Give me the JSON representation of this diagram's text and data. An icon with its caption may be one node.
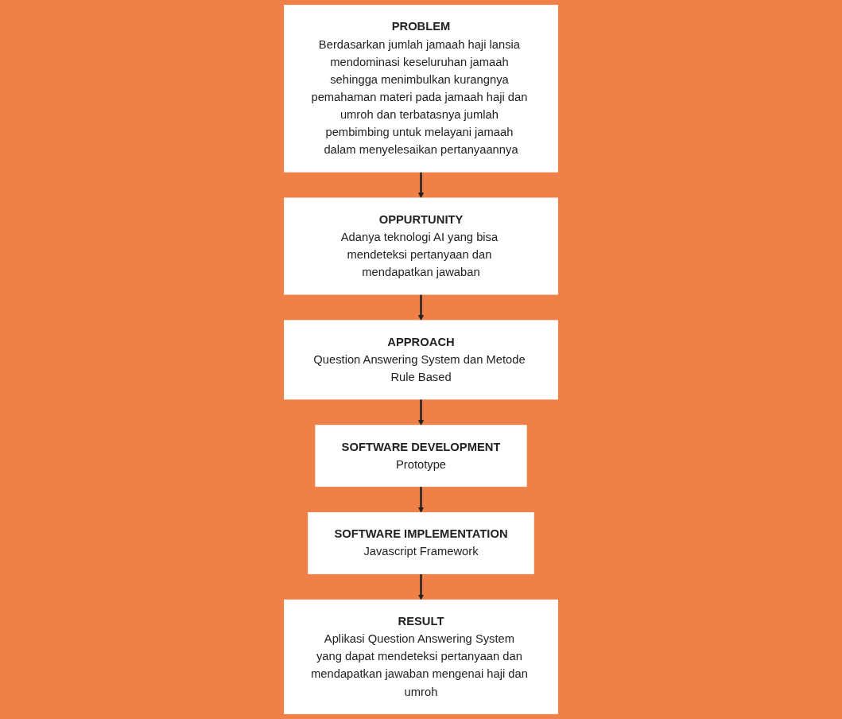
{
  "diagram": {
    "nodes": [
      {
        "text": [
          "PROBLEM",
          "Berdasarkan jumlah jamaah haji lansia mendominasi keseluruhan jamaah sehingga menimbulkan kurangnya pemahaman materi pada jamaah haji dan umroh dan terbatasnya jumlah pembimbing untuk melayani jamaah dalam menyelesaikan pertanyaannya"
        ]
      },
      {
        "text": [
          "OPPURTUNITY",
          "Adanya teknologi AI yang bisa mendeteksi pertanyaan dan mendapatkan jawaban"
        ]
      },
      {
        "text": [
          "SOFTWARE DEVELOPMENT",
          "Prototype"
        ]
      },
      {
        "text": [
          "APPROACH",
          "Question Answering System dan Metode Rule Based"
        ]
      },
      {
        "text": [
          "SOFTWARE IMPLEMENTATION",
          "Javascript Framework"
        ]
      },
      {
        "text": [
          "RESULT",
          "Aplikasi Question Answering System yang dapat mendeteksi pertanyaan dan mendapatkan jawaban mengenai haji dan umroh"
        ]
      }
    ],
    "edges": [
      {
        "from": 0,
        "to": 1,
        "arrow": "to"
      },
      {
        "from": 1,
        "to": 3,
        "arrow": "to"
      },
      {
        "from": 3,
        "to": 2,
        "arrow": "to"
      },
      {
        "from": 2,
        "to": 4,
        "arrow": "to"
      },
      {
        "from": 4,
        "to": 5,
        "arrow": "to"
      }
    ]
  }
}
